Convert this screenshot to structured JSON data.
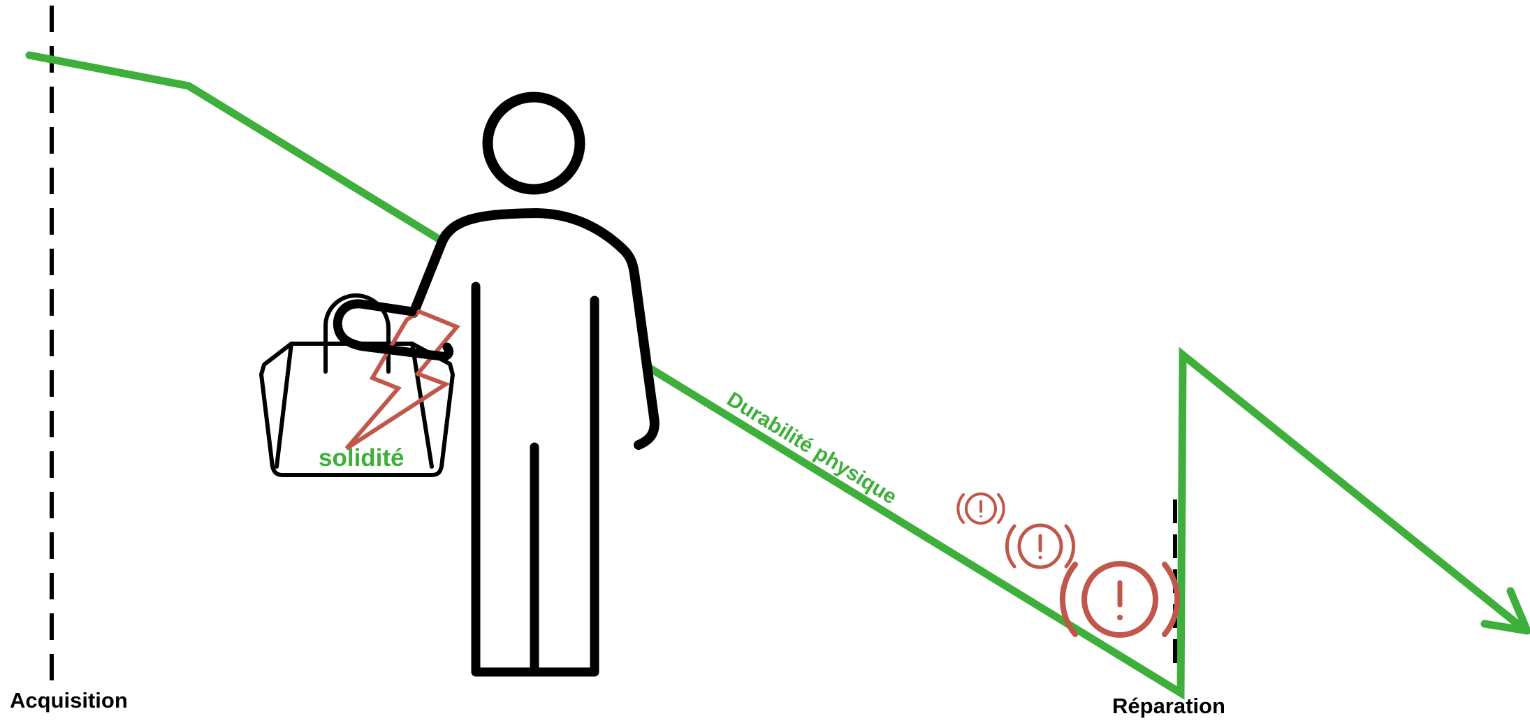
{
  "labels": {
    "acquisition": "Acquisition",
    "reparation": "Réparation",
    "solidite": "solidité",
    "durabilite": "Durabilité physique"
  },
  "colors": {
    "durability_line": "#3daf3a",
    "warning": "#c0574a",
    "ink": "#000000"
  },
  "icons": {
    "person": "person-icon",
    "bag": "shopping-bag-icon",
    "lightning": "lightning-icon",
    "warning": "warning-alert-icon"
  }
}
